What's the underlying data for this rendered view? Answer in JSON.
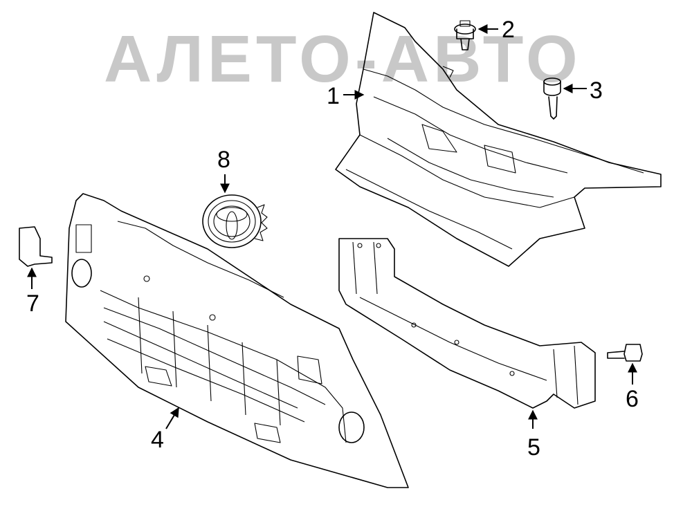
{
  "watermark": {
    "text": "АЛЕТО-АВТО"
  },
  "callouts": [
    {
      "id": "1",
      "label": "1"
    },
    {
      "id": "2",
      "label": "2"
    },
    {
      "id": "3",
      "label": "3"
    },
    {
      "id": "4",
      "label": "4"
    },
    {
      "id": "5",
      "label": "5"
    },
    {
      "id": "6",
      "label": "6"
    },
    {
      "id": "7",
      "label": "7"
    },
    {
      "id": "8",
      "label": "8"
    }
  ],
  "colors": {
    "line": "#000000",
    "watermark": "#c8c8c8",
    "background": "#ffffff"
  }
}
